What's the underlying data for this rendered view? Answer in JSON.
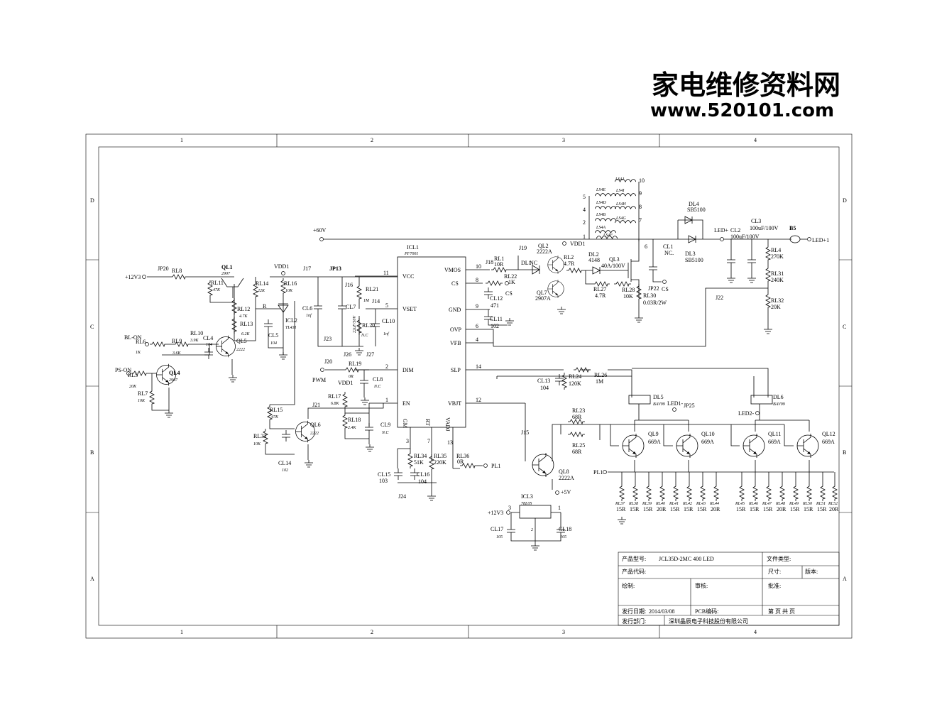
{
  "watermark": {
    "line1": "家电维修资料网",
    "line2": "www.520101.com"
  },
  "frame": {
    "cols": [
      "1",
      "2",
      "3",
      "4"
    ],
    "rows": [
      "D",
      "C",
      "B",
      "A"
    ]
  },
  "ic1": {
    "ref": "ICL1",
    "part": "PF7001",
    "left_pins": [
      {
        "num": "11",
        "name": "VCC"
      },
      {
        "num": "5",
        "name": "VSET"
      },
      {
        "num": "2",
        "name": "DIM"
      },
      {
        "num": "1",
        "name": "EN"
      }
    ],
    "right_pins": [
      {
        "num": "10",
        "name": "VMOS"
      },
      {
        "num": "8",
        "name": "CS"
      },
      {
        "num": "9",
        "name": "GND"
      },
      {
        "num": "6",
        "name": "OVP"
      },
      {
        "num": "4",
        "name": "VFB"
      },
      {
        "num": "14",
        "name": "SLP"
      },
      {
        "num": "12",
        "name": "VBJT"
      }
    ],
    "bottom_pins": [
      {
        "num": "3",
        "name": "GM"
      },
      {
        "num": "7",
        "name": "RT"
      },
      {
        "num": "13",
        "name": "VADJ"
      }
    ]
  },
  "nets": {
    "v12": "+12V3",
    "v60": "+60V",
    "vdd1": "VDD1",
    "blon": "BL-ON",
    "pson": "PS-ON",
    "pwm": "PWM",
    "ledp": "LED+",
    "ledp1": "LED+1",
    "led1m": "LED1-",
    "led2m": "LED2-",
    "pl1": "PL1",
    "pl1b": "PL1",
    "v5": "+5V",
    "cs_a": "CS",
    "cs_b": "CS",
    "v12b": "+12V3"
  },
  "labels": {
    "jp20": "JP20",
    "rl8": "RL8",
    "ql1": "QL1",
    "ql1v": "2907",
    "rl11": "RL11",
    "rl11v": "47K",
    "rl12": "RL12",
    "rl12v": "4.7K",
    "rl13": "RL13",
    "rl13v": "6.2K",
    "rl14": "RL14",
    "rl14v": "22K",
    "rl16": "RL16",
    "rl16v": "10K",
    "r": "R",
    "icl2": "ICL2",
    "icl2v": "TL431",
    "cl5": "CL5",
    "cl5v": "104",
    "vdd1a": "VDD1",
    "j17": "J17",
    "jp13": "JP13",
    "cl6": "CL6",
    "cl6v": "1nf",
    "cl7": "CL7",
    "cl7v": "22uF/50V",
    "j16": "J16",
    "rl21": "RL21",
    "rl21v": "1M",
    "j14": "J14",
    "rl20": "RL20",
    "rl20v": "N.C",
    "cl10": "CL10",
    "cl10v": "1nf",
    "j23": "J23",
    "j26": "J26",
    "j27": "J27",
    "rl10": "RL10",
    "rl10v": "3.9K",
    "cl4": "CL4",
    "cl4v": "104",
    "ql5": "QL5",
    "ql5v": "2222",
    "rl6": "RL6",
    "rl6v": "1K",
    "rl9": "RL9",
    "rl9v": "3.6K",
    "rl5": "RL5",
    "rl5v": "20K",
    "rl7": "RL7",
    "rl7v": "10K",
    "ql4": "QL4",
    "ql4v": "2907",
    "j20": "J20",
    "rl19": "RL19",
    "rl19v": "0R",
    "vdd1b": "VDD1",
    "cl8": "CL8",
    "cl8v": "N.C",
    "rl17": "RL17",
    "rl17v": "6.8K",
    "rl18": "RL18",
    "rl18v": "2.4K",
    "cl9": "CL9",
    "cl9v": "N.C",
    "rl15": "RL15",
    "rl15v": "47K",
    "j21": "J21",
    "ql6": "QL6",
    "ql6v": "2222",
    "rl33": "RL33",
    "rl33v": "10K",
    "cl14": "CL14",
    "cl14v": "102",
    "rl34": "RL34",
    "rl34v": "51K",
    "rl35": "RL35",
    "rl35v": "220K",
    "cl15": "CL15",
    "cl15v": "103",
    "cl16": "CL16",
    "cl16v": "104",
    "j24": "J24",
    "rl36": "RL36",
    "rl36v": "0R",
    "j18": "J18",
    "rl1": "RL1",
    "rl1v": "10R",
    "rl22": "RL22",
    "rl22v": "1K",
    "cl12": "CL12",
    "cl12v": "471",
    "cl11": "CL11",
    "cl11v": "102",
    "j19": "J19",
    "dl1": "DL1",
    "dl1v": "NC",
    "ql2": "QL2",
    "ql2v": "2222A",
    "rl2": "RL2",
    "rl2v": "4.7R",
    "vdd1c": "VDD1",
    "ql7": "QL7",
    "ql7v": "2907A",
    "dl2": "DL2",
    "dl2v": "4148",
    "ql3": "QL3",
    "ql3v": "40A/100V",
    "rl27": "RL27",
    "rl27v": "4.7R",
    "rl28": "RL28",
    "rl28v": "10K",
    "rl30": "RL30",
    "rl30v": "0.03R/2W",
    "jp22": "JP22",
    "cl1": "CL1",
    "cl1v": "NC.",
    "ls4j": "LS4J",
    "ls4e": "LS4E",
    "ls4i": "LS4I",
    "ls4d": "LS4D",
    "ls4h": "LS4H",
    "ls4b": "LS4B",
    "ls4g": "LS4G",
    "ls4a": "LS4A",
    "ls4f": "LS4F",
    "dl4": "DL4",
    "dl4v": "SB5100",
    "dl3": "DL3",
    "dl3v": "SB5100",
    "cl2": "CL2",
    "cl2v": "100uF/100V",
    "cl3": "CL3",
    "cl3v": "100uF/100V",
    "b5": "B5",
    "rl4": "RL4",
    "rl4v": "270K",
    "rl31": "RL31",
    "rl31v": "240K",
    "rl32": "RL32",
    "rl32v": "20K",
    "j22": "J22",
    "cl13": "CL13",
    "cl13v": "104",
    "rl24": "RL24",
    "rl24v": "120K",
    "rl26": "RL26",
    "rl26v": "1M",
    "dl5": "DL5",
    "dl5v": "BAV99",
    "dl6": "DL6",
    "dl6v": "BAV99",
    "jp25": "JP25",
    "rl23": "RL23",
    "rl23v": "68R",
    "rl25": "RL25",
    "rl25v": "68R",
    "j15": "J15",
    "ql8": "QL8",
    "ql8v": "2222A",
    "ql9": "QL9",
    "ql10": "QL10",
    "ql11": "QL11",
    "ql12": "QL12",
    "qv": "669A",
    "icl3": "ICL3",
    "icl3v": "78L05",
    "cl17": "CL17",
    "cl17v": "105",
    "cl18": "CL18",
    "cl18v": "105"
  },
  "load_resistors": [
    {
      "ref": "RL37",
      "val": "15R"
    },
    {
      "ref": "RL38",
      "val": "15R"
    },
    {
      "ref": "RL39",
      "val": "15R"
    },
    {
      "ref": "RL40",
      "val": "20R"
    },
    {
      "ref": "RL41",
      "val": "15R"
    },
    {
      "ref": "RL42",
      "val": "15R"
    },
    {
      "ref": "RL43",
      "val": "15R"
    },
    {
      "ref": "RL44",
      "val": "20R"
    },
    {
      "ref": "RL45",
      "val": "15R"
    },
    {
      "ref": "RL46",
      "val": "15R"
    },
    {
      "ref": "RL47",
      "val": "15R"
    },
    {
      "ref": "RL48",
      "val": "20R"
    },
    {
      "ref": "RL49",
      "val": "15R"
    },
    {
      "ref": "RL50",
      "val": "15R"
    },
    {
      "ref": "RL51",
      "val": "15R"
    },
    {
      "ref": "RL52",
      "val": "20R"
    }
  ],
  "title_block": {
    "model_label": "产品型号:",
    "model_value": "JCL35D-2MC 400 LED",
    "file_type": "文件类型:",
    "code_label": "产品代码:",
    "size_label": "尺寸:",
    "version_label": "版本:",
    "drawn_label": "绘制:",
    "check_label": "审核:",
    "approve_label": "批准:",
    "date_label": "发行日期:",
    "date_value": "2014/03/08",
    "pcb_label": "PCB编码:",
    "page_label": "第  页  共  页",
    "dept_label": "发行部门:",
    "company": "深圳晶辰电子科技股份有限公司"
  }
}
